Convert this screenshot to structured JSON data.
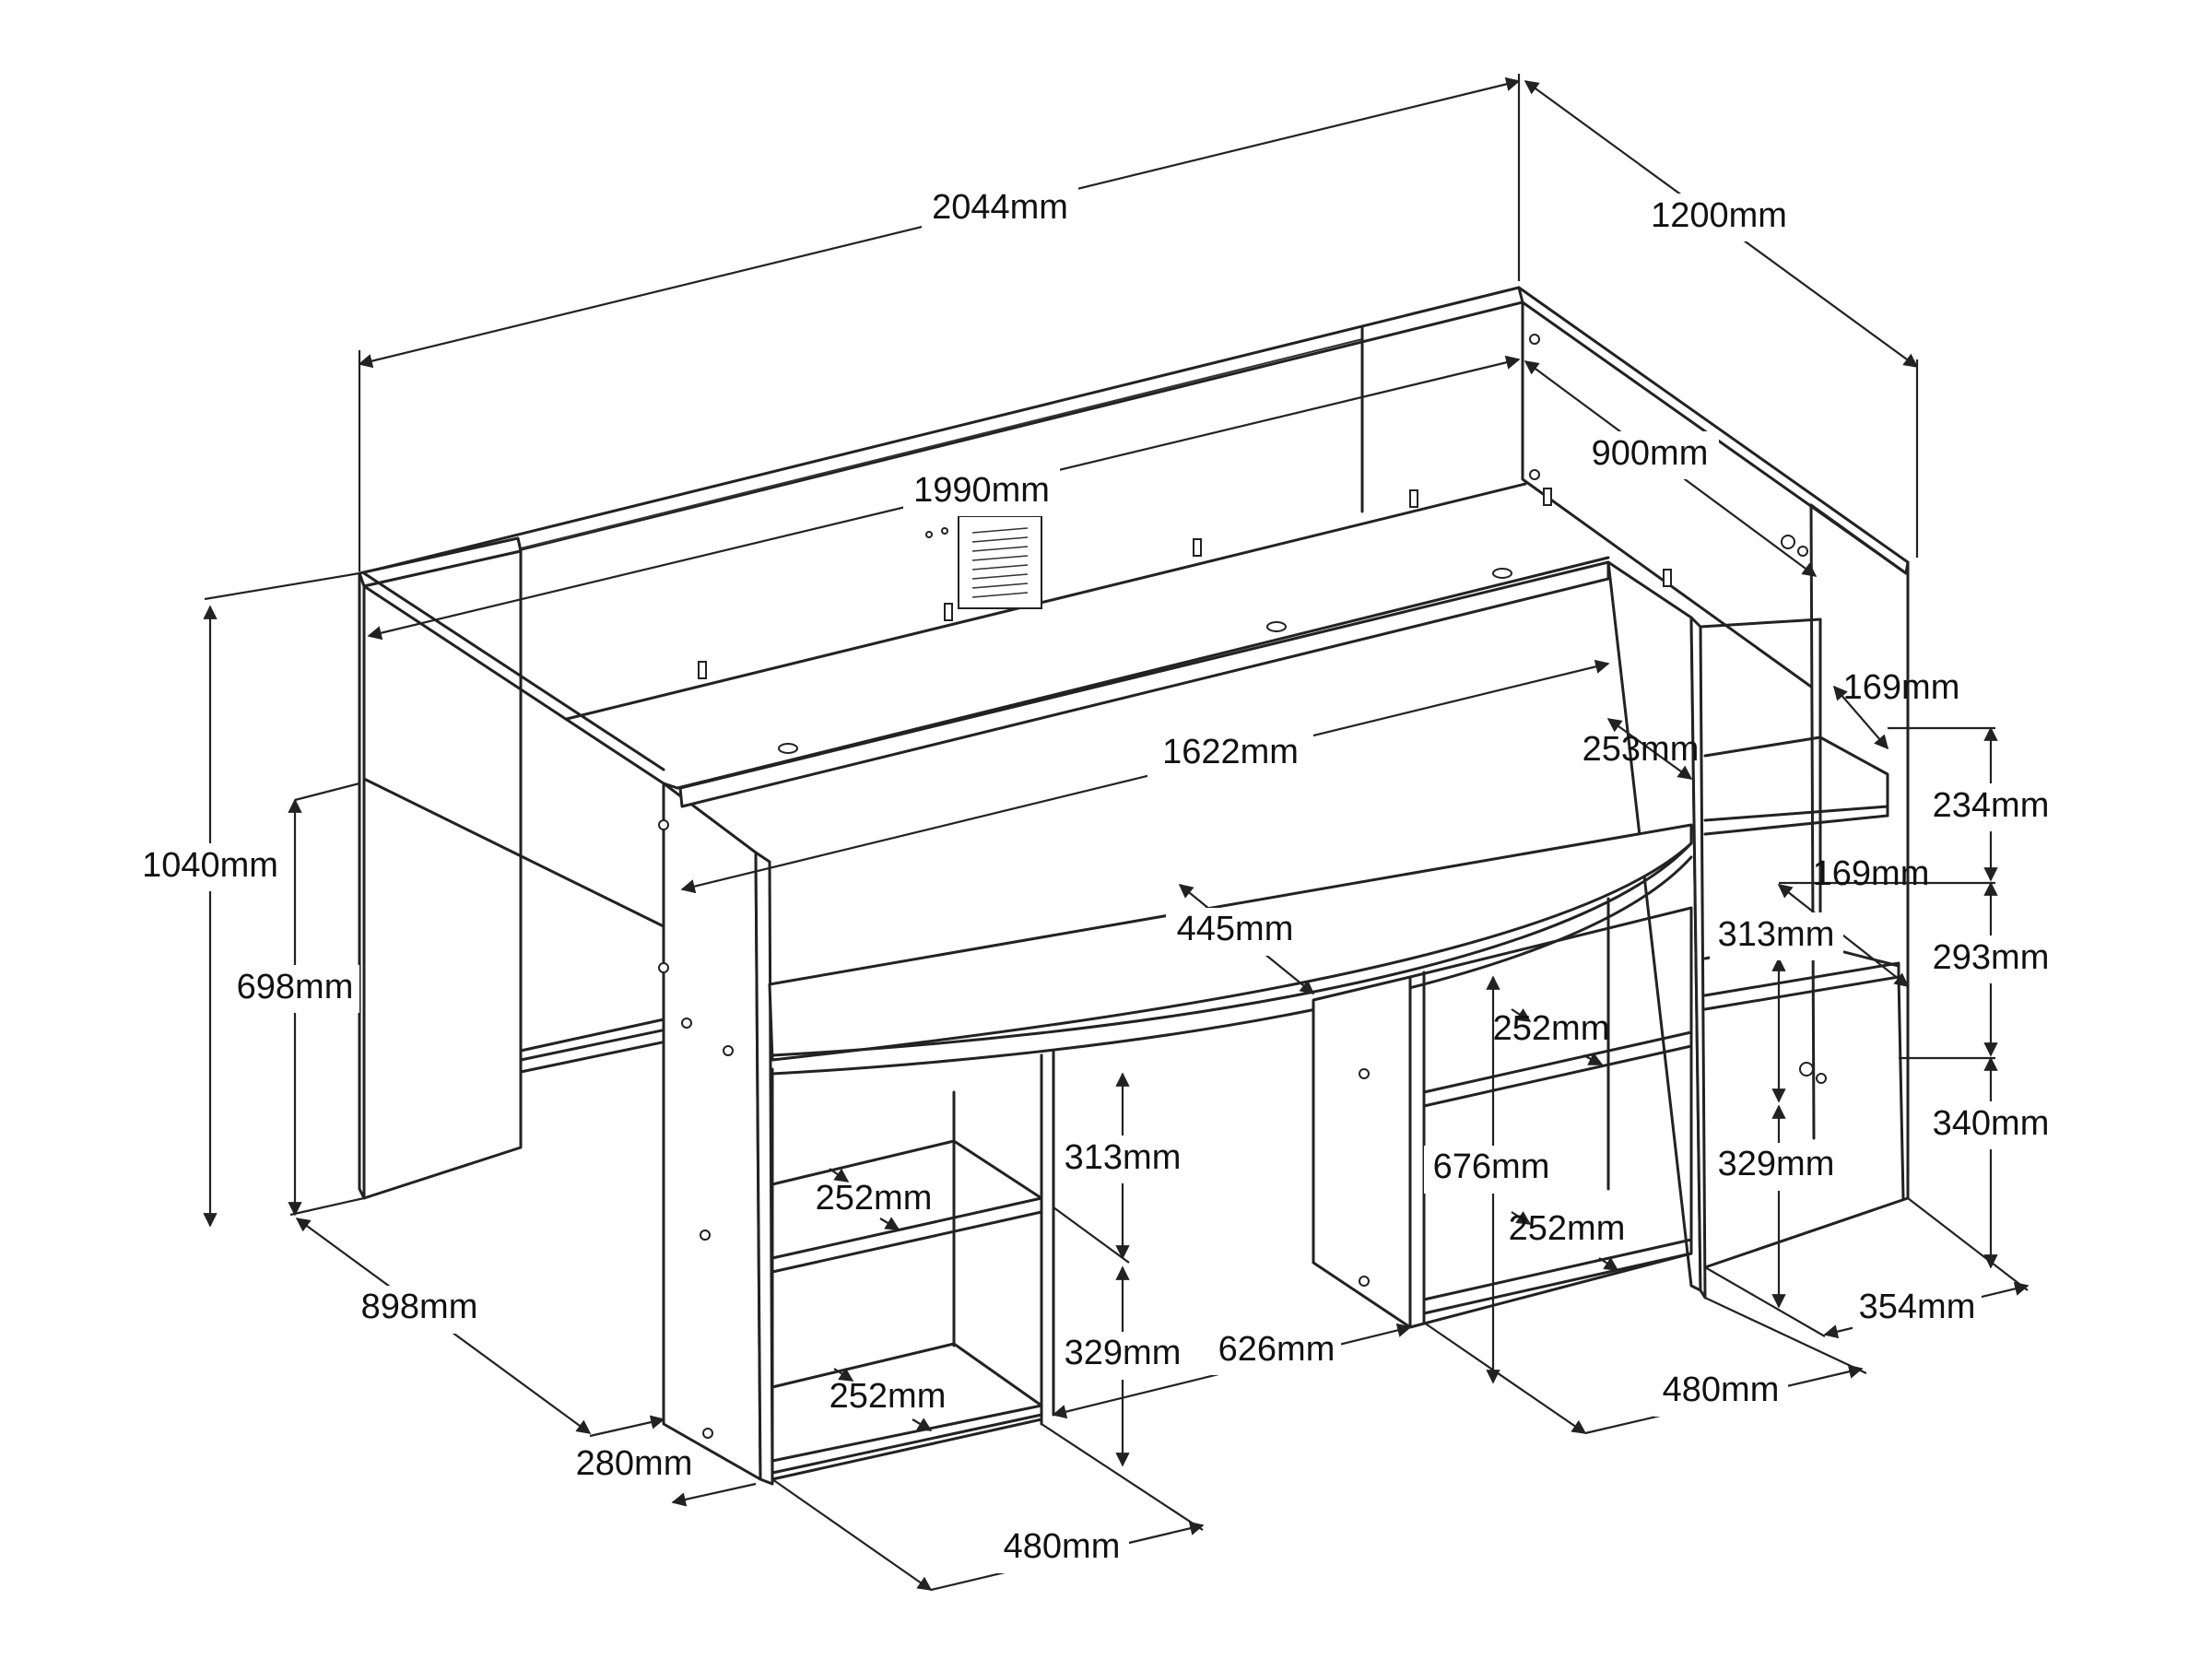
{
  "drawing": {
    "subject": "cabin-bed-with-desk-and-shelves",
    "line_color": "#222222",
    "background": "#ffffff"
  },
  "dimensions": {
    "total_length": "2044mm",
    "total_depth": "1200mm",
    "inner_length": "1990mm",
    "inner_depth": "900mm",
    "desk_length": "1622mm",
    "desk_depth": "445mm",
    "desk_side_depth": "253mm",
    "total_height": "1040mm",
    "under_bed_height": "698mm",
    "bed_end_depth": "898mm",
    "end_panel_width": "280mm",
    "left_shelf_upper_height": "313mm",
    "left_shelf_lower_height": "329mm",
    "left_shelf_upper_depth": "252mm",
    "left_shelf_lower_depth": "252mm",
    "left_unit_width": "480mm",
    "desk_clearance_width": "626mm",
    "center_unit_height": "676mm",
    "center_shelf_upper_depth": "252mm",
    "center_shelf_lower_depth": "252mm",
    "center_unit_width": "480mm",
    "step_top_depth": "169mm",
    "step_top_height": "234mm",
    "step_mid_depth": "169mm",
    "step_mid_height": "293mm",
    "step_shelf_height": "313mm",
    "step_lower_height": "329mm",
    "step_bottom_height": "340mm",
    "step_unit_width": "354mm"
  }
}
